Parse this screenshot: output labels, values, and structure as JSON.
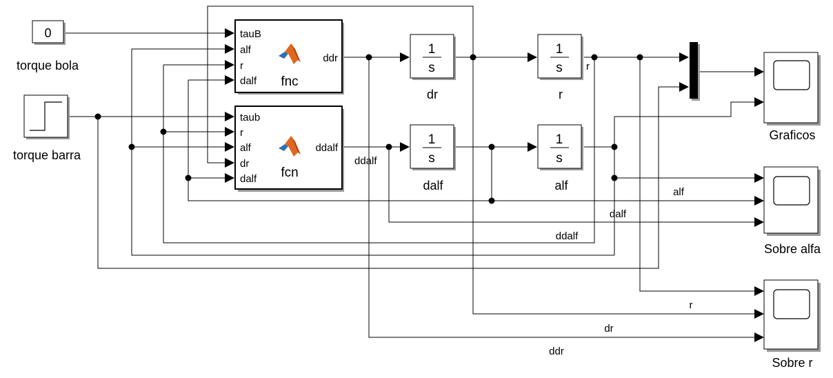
{
  "blocks": {
    "torque_bola": {
      "value": "0",
      "label": "torque bola"
    },
    "torque_barra": {
      "label": "torque barra"
    },
    "fnc": {
      "name": "fnc",
      "inputs": [
        "tauB",
        "alf",
        "r",
        "dalf"
      ],
      "output": "ddr"
    },
    "fcn": {
      "name": "fcn",
      "inputs": [
        "taub",
        "r",
        "alf",
        "dr",
        "dalf"
      ],
      "output": "ddalf"
    },
    "int_dr": {
      "num": "1",
      "den": "s",
      "label": "dr"
    },
    "int_r": {
      "num": "1",
      "den": "s",
      "label": "r"
    },
    "int_dalf": {
      "num": "1",
      "den": "s",
      "label": "dalf"
    },
    "int_alf": {
      "num": "1",
      "den": "s",
      "label": "alf"
    },
    "scope_graficos": {
      "label": "Graficos"
    },
    "scope_alfa": {
      "label": "Sobre alfa"
    },
    "scope_r": {
      "label": "Sobre r"
    }
  },
  "signals": {
    "r_out": "r",
    "ddalf_out": "ddalf",
    "alf_line": "alf",
    "dalf_line": "dalf",
    "ddalf_line": "ddalf",
    "r_line": "r",
    "dr_line": "dr",
    "ddr_line": "ddr"
  }
}
